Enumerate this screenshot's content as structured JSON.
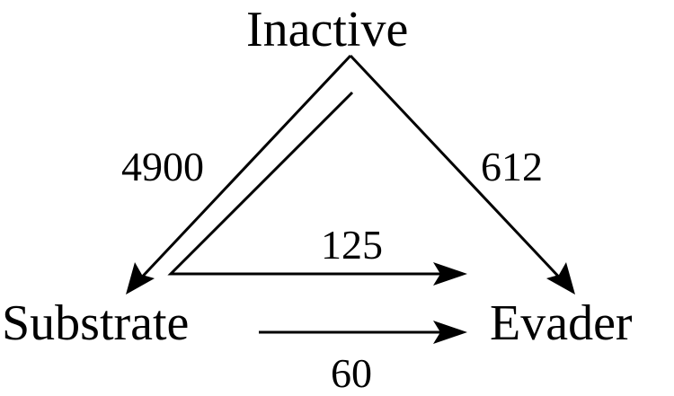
{
  "diagram": {
    "nodes": {
      "inactive": "Inactive",
      "substrate": "Substrate",
      "evader": "Evader"
    },
    "edges": {
      "inactive_to_substrate": "4900",
      "inactive_to_evader": "612",
      "inactive_via_substrate_to_evader": "125",
      "substrate_to_evader": "60"
    },
    "colors": {
      "line": "#000000",
      "background": "#ffffff"
    }
  }
}
